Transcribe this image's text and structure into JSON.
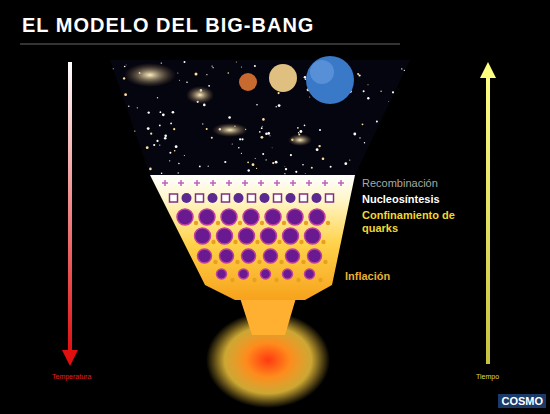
{
  "diagram": {
    "title": "EL MODELO DEL BIG-BANG",
    "labels": [
      "Recombinación",
      "Nucleosíntesis",
      "Confinamiento de quarks",
      "Inflación",
      "Temperatura",
      "Tiempo",
      "COSMO"
    ]
  }
}
